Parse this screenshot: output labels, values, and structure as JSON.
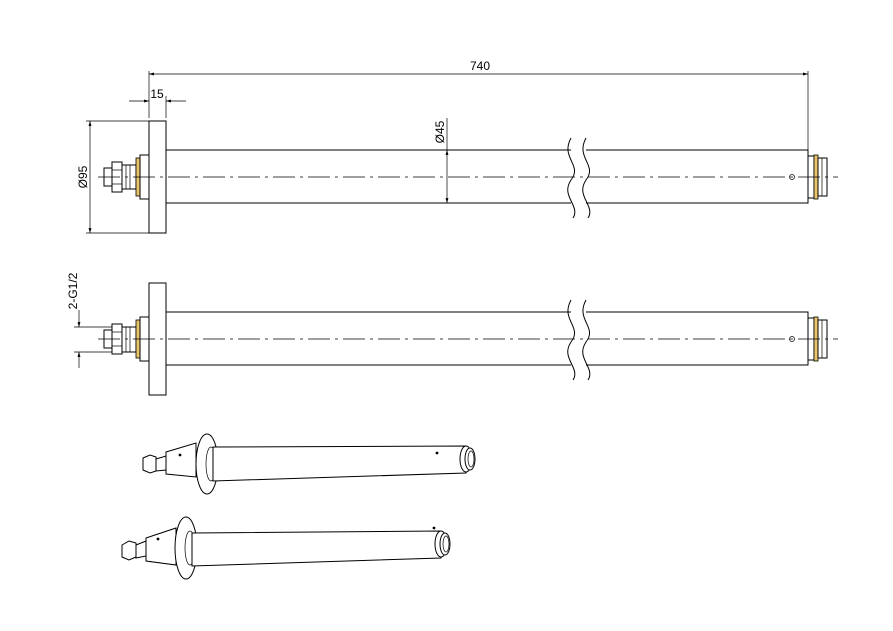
{
  "dimensions": {
    "overall_length": "740",
    "flange_thickness": "15",
    "flange_diameter": "Ø95",
    "tube_diameter": "Ø45",
    "thread": "2-G1/2"
  },
  "colors": {
    "line": "#000000",
    "seal": "#e8c46a",
    "background": "#ffffff"
  }
}
